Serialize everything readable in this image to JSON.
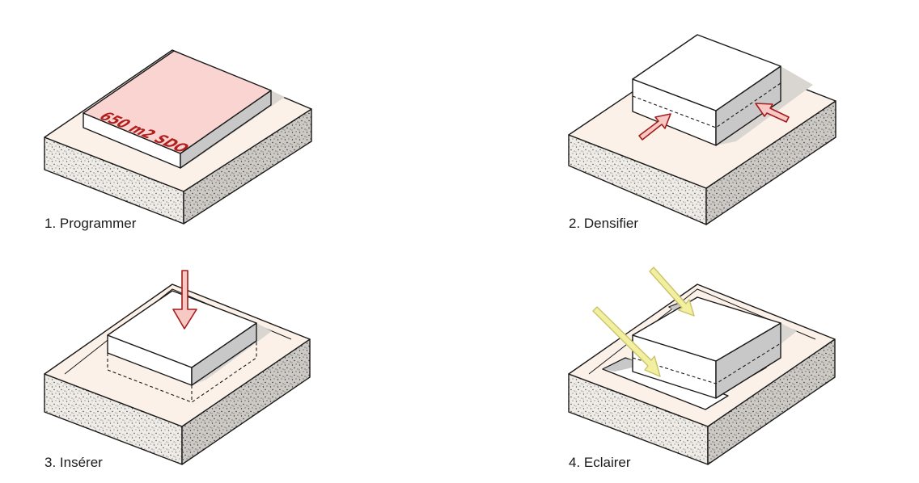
{
  "colors": {
    "ground_top": "#fbf1e9",
    "programme_area": "#f9d4d0",
    "red_arrow": "#a51c1c",
    "light_arrow": "#f3efa0"
  },
  "steps": [
    {
      "label": "1. Programmer",
      "annotation": "650 m2 SDO"
    },
    {
      "label": "2. Densifier"
    },
    {
      "label": "3. Insérer"
    },
    {
      "label": "4. Eclairer"
    }
  ]
}
